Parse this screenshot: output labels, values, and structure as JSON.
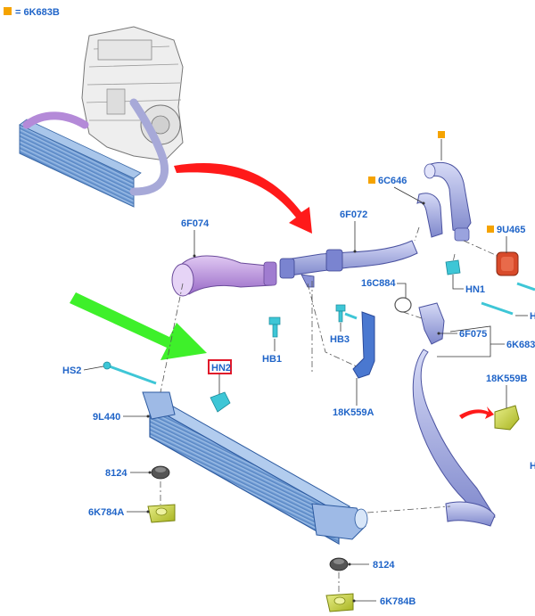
{
  "legend": {
    "text": "= 6K683B",
    "marker_color": "#f5a300"
  },
  "part_labels": {
    "p6K683B_legend": "6K683B",
    "p6C646": "6C646",
    "p9U465": "9U465",
    "p6F074": "6F074",
    "p6F072": "6F072",
    "p16C884": "16C884",
    "pHN1": "HN1",
    "pHB1": "HB1",
    "pHB3": "HB3",
    "p6F075": "6F075",
    "p6K683": "6K683",
    "pHS2": "HS2",
    "pHN2": "HN2",
    "p9L440": "9L440",
    "p18K559B": "18K559B",
    "p18K559A": "18K559A",
    "p8124_top": "8124",
    "p6K784A": "6K784A",
    "p8124_bottom": "8124",
    "p6K784B": "6K784B"
  },
  "colors": {
    "label_blue": "#1f64c8",
    "intercooler_blue": "#7fa8dc",
    "hose_purple": "#b48ad8",
    "pipe_lavender": "#9aa3de",
    "fastener_cyan": "#3ec6d6",
    "bracket_yellow": "#c9d43a",
    "clamp_red": "#d84a2a",
    "arrow_red": "#ff1a1a",
    "arrow_green": "#3ef02a",
    "highlight_box": "#e0182a"
  }
}
